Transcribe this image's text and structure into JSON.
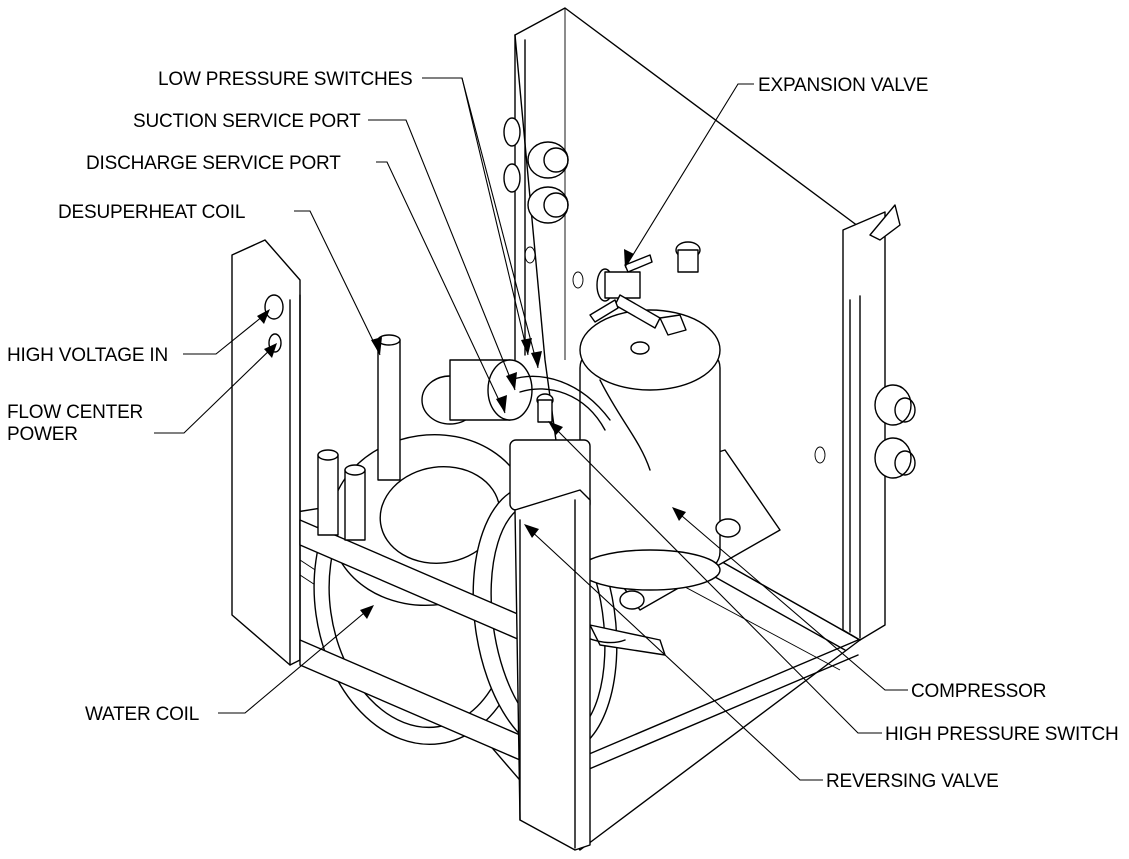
{
  "labels": {
    "low_pressure_switches": "LOW PRESSURE SWITCHES",
    "suction_service_port": "SUCTION SERVICE PORT",
    "discharge_service_port": "DISCHARGE SERVICE PORT",
    "desuperheat_coil": "DESUPERHEAT COIL",
    "high_voltage_in": "HIGH VOLTAGE IN",
    "flow_center_power_1": "FLOW CENTER",
    "flow_center_power_2": "POWER",
    "expansion_valve": "EXPANSION VALVE",
    "compressor": "COMPRESSOR",
    "high_pressure_switch": "HIGH PRESSURE SWITCH",
    "reversing_valve": "REVERSING VALVE",
    "water_coil": "WATER COIL"
  }
}
